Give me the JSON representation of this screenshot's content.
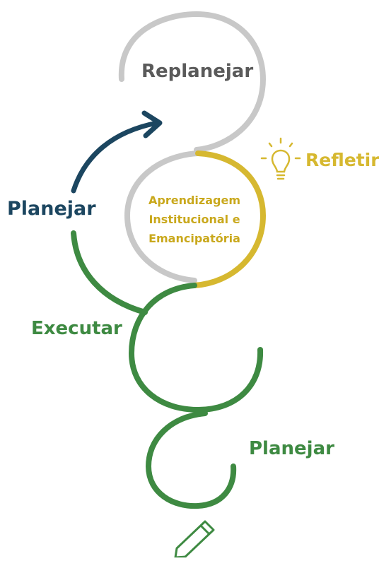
{
  "labels": {
    "replanejar": "Replanejar",
    "planejar_top": "Planejar",
    "executar": "Executar",
    "planejar_bottom": "Planejar",
    "refletir": "Refletir"
  },
  "center": {
    "line1": "Aprendizagem",
    "line2": "Institucional e",
    "line3": "Emancipatória"
  },
  "icons": {
    "lightbulb": "lightbulb-icon",
    "pencil": "pencil-icon",
    "arrow": "arrow-icon"
  },
  "colors": {
    "gray": "#c8c8c8",
    "gold": "#d6b830",
    "green": "#3e8a42",
    "navy": "#1c4660",
    "gray_text": "#5a5a5a",
    "center_text": "#c9a81c"
  }
}
